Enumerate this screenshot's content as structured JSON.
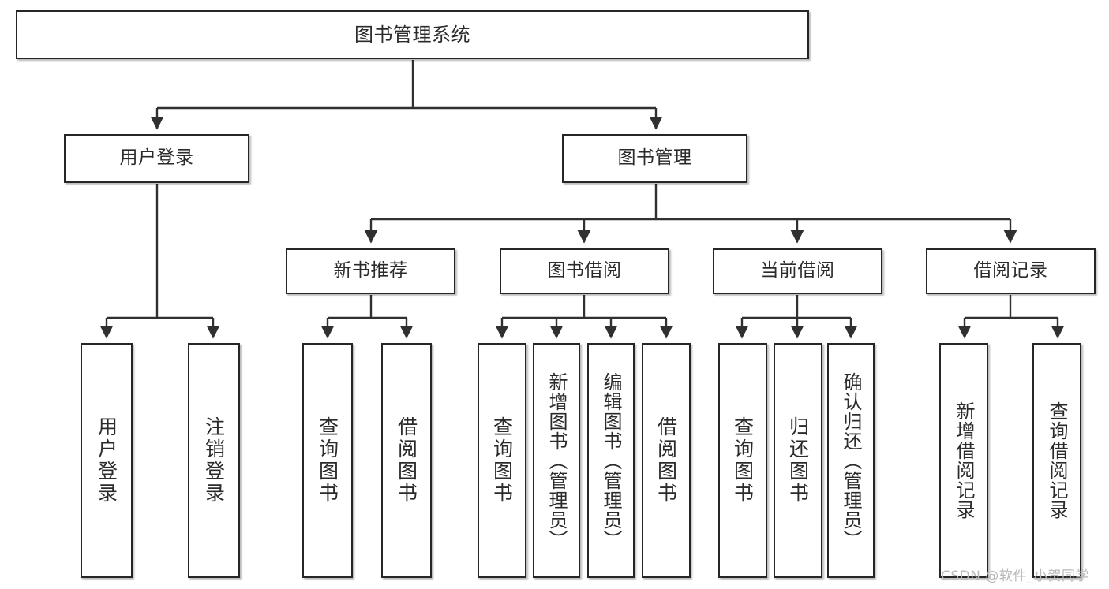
{
  "diagram": {
    "title": "图书管理系统",
    "type": "tree-structure-chart",
    "root": {
      "label": "图书管理系统"
    },
    "level2": [
      {
        "label": "用户登录"
      },
      {
        "label": "图书管理"
      }
    ],
    "level3": [
      {
        "label": "新书推荐"
      },
      {
        "label": "图书借阅"
      },
      {
        "label": "当前借阅"
      },
      {
        "label": "借阅记录"
      }
    ],
    "leaves": {
      "user_login": [
        {
          "label": "用户登录"
        },
        {
          "label": "注销登录"
        }
      ],
      "new_book_recommend": [
        {
          "label": "查询图书"
        },
        {
          "label": "借阅图书"
        }
      ],
      "book_borrow": [
        {
          "label": "查询图书"
        },
        {
          "label": "新增图书（管理员）"
        },
        {
          "label": "编辑图书（管理员）"
        },
        {
          "label": "借阅图书"
        }
      ],
      "current_borrow": [
        {
          "label": "查询图书"
        },
        {
          "label": "归还图书"
        },
        {
          "label": "确认归还（管理员）"
        }
      ],
      "borrow_record": [
        {
          "label": "新增借阅记录"
        },
        {
          "label": "查询借阅记录"
        }
      ]
    }
  },
  "watermark": {
    "text": "CSDN @软件_小贺同学"
  },
  "colors": {
    "background": "#ffffff",
    "node_border": "#262626",
    "node_fill": "#ffffff",
    "text": "#2b2b2b",
    "edge": "#303030",
    "watermark": "#b9b9b9"
  }
}
